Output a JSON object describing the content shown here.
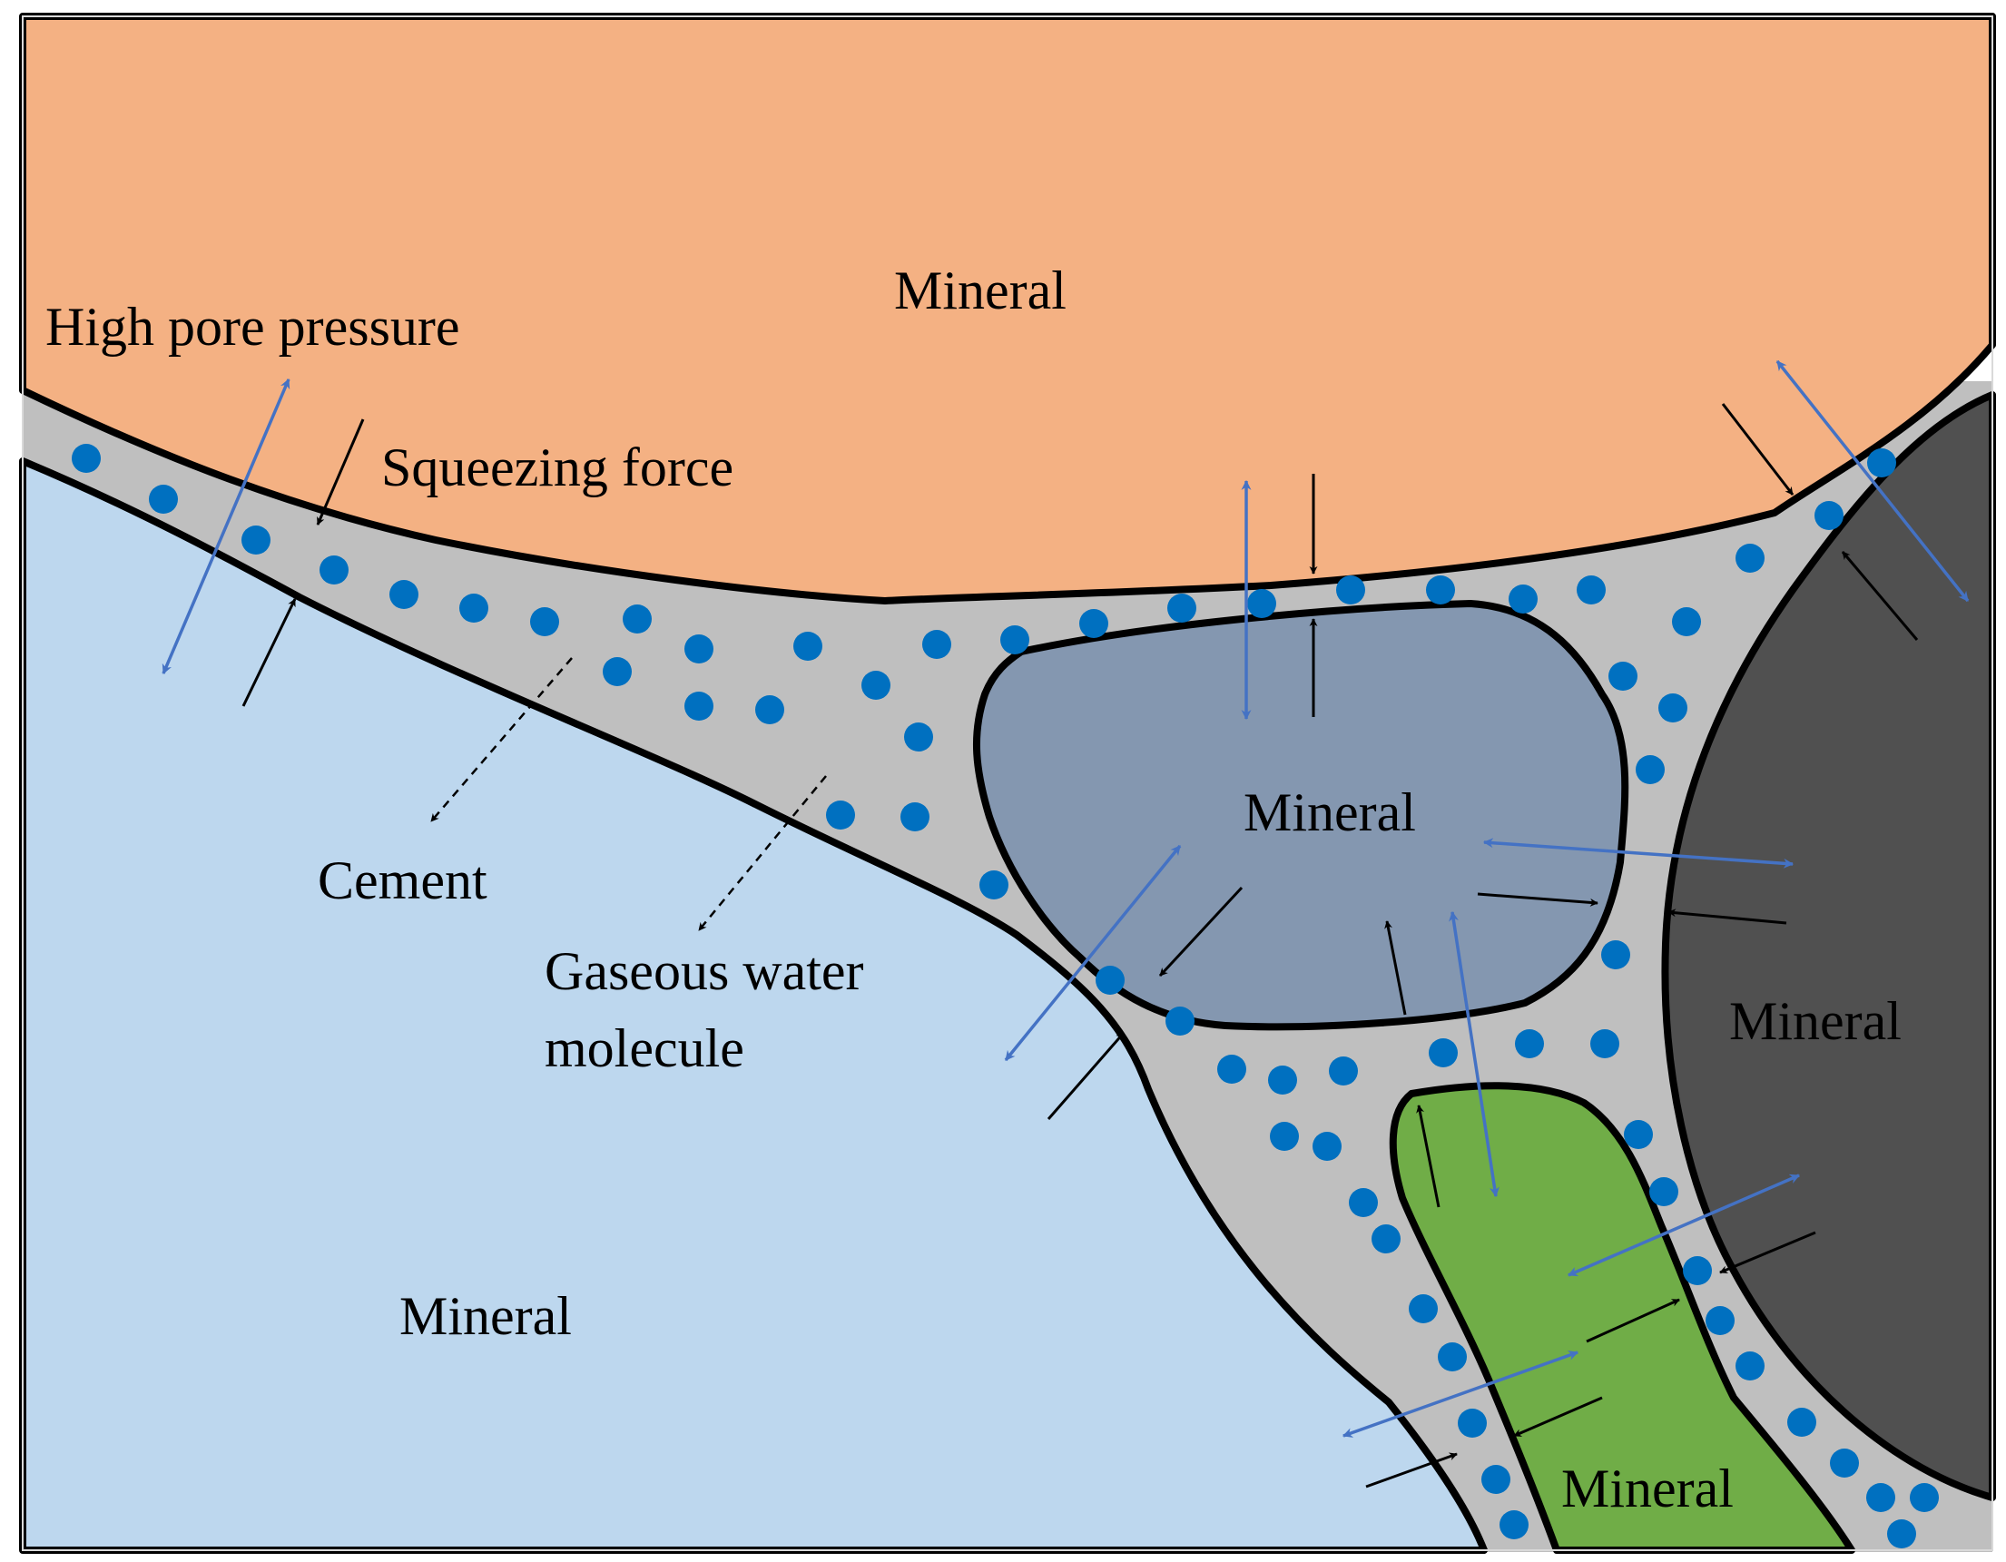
{
  "labels": {
    "mineral_top": "Mineral",
    "high_pore_pressure": "High pore pressure",
    "squeezing_force": "Squeezing force",
    "cement": "Cement",
    "gaseous_water_line1": "Gaseous water",
    "gaseous_water_line2": "molecule",
    "mineral_center": "Mineral",
    "mineral_right": "Mineral",
    "mineral_bottom_left": "Mineral",
    "mineral_bottom_green": "Mineral"
  },
  "colors": {
    "mineral_top": "#F4B183",
    "mineral_left": "#BDD7EE",
    "mineral_center": "#8497B0",
    "mineral_right": "#505050",
    "mineral_green": "#70AD47",
    "cement": "#BFBFBF",
    "water_molecule": "#0070C0",
    "pore_pressure_arrow": "#4472C4",
    "squeezing_arrow": "#000000",
    "outline": "#000000"
  },
  "icons": {
    "pore_pressure": "double-headed-arrow",
    "squeezing": "single-headed-arrow",
    "leader": "dashed-arrow"
  }
}
